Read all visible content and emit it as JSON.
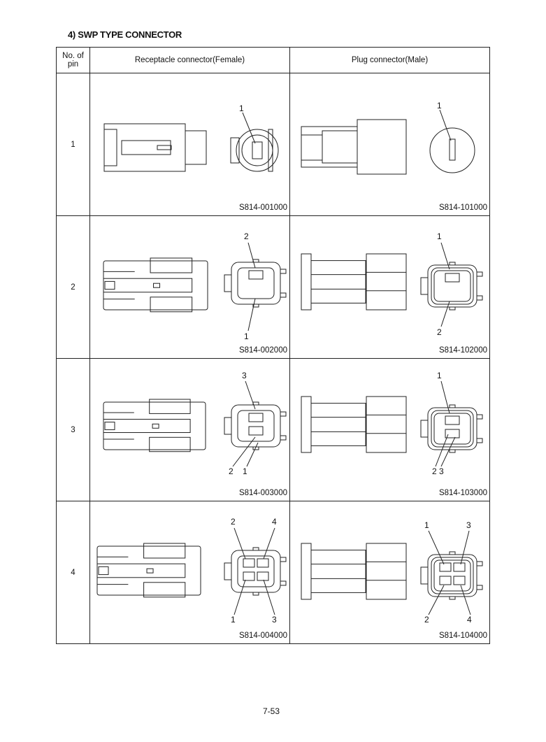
{
  "title": "4) SWP TYPE CONNECTOR",
  "headers": {
    "pin": "No. of pin",
    "female": "Receptacle connector(Female)",
    "male": "Plug connector(Male)"
  },
  "rows": [
    {
      "pins": "1",
      "female": {
        "part": "S814-001000",
        "labels": [
          "1"
        ]
      },
      "male": {
        "part": "S814-101000",
        "labels": [
          "1"
        ]
      }
    },
    {
      "pins": "2",
      "female": {
        "part": "S814-002000",
        "labels": [
          "2",
          "1"
        ]
      },
      "male": {
        "part": "S814-102000",
        "labels": [
          "1",
          "2"
        ]
      }
    },
    {
      "pins": "3",
      "female": {
        "part": "S814-003000",
        "labels": [
          "3",
          "2",
          "1"
        ]
      },
      "male": {
        "part": "S814-103000",
        "labels": [
          "1",
          "2 3"
        ]
      }
    },
    {
      "pins": "4",
      "female": {
        "part": "S814-004000",
        "labels": [
          "2",
          "4",
          "1",
          "3"
        ]
      },
      "male": {
        "part": "S814-104000",
        "labels": [
          "1",
          "3",
          "2",
          "4"
        ]
      }
    }
  ],
  "page_number": "7-53"
}
